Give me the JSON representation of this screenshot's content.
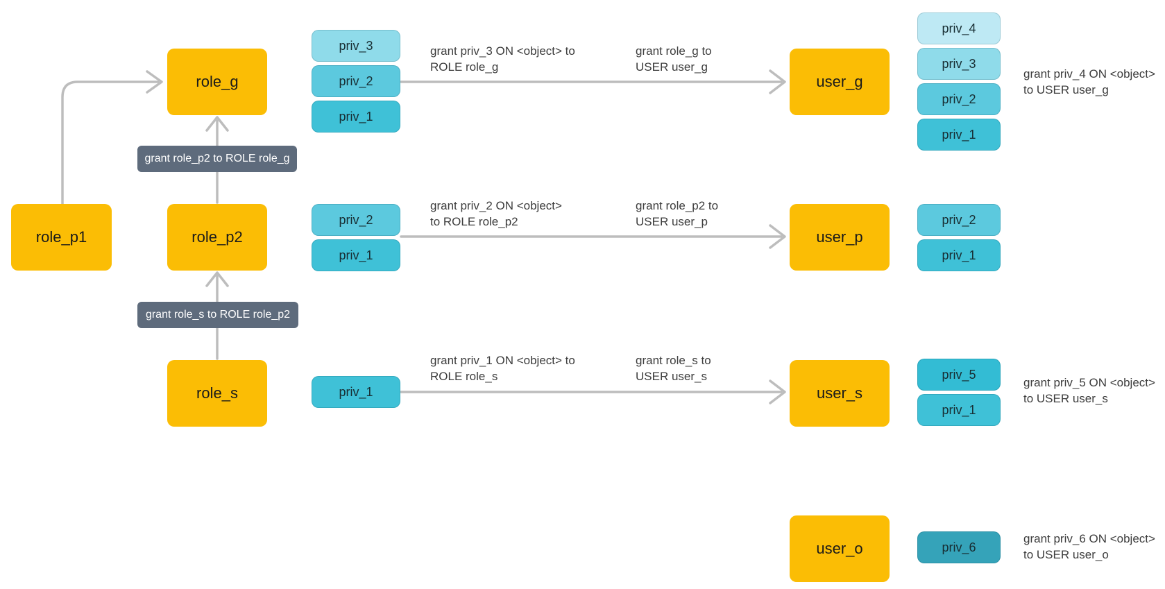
{
  "colors": {
    "node_fill": "#FBBD05",
    "priv_1": "#3FC1D7",
    "priv_2": "#5CC9DE",
    "priv_3": "#8FDBEA",
    "priv_4": "#BEE9F4",
    "priv_5": "#33BCD4",
    "priv_6": "#35A3B9",
    "arrow": "#BDBDBD",
    "grant_pill_bg": "#5E6B7C",
    "grant_pill_text": "#FFFFFF",
    "annotation_text": "#3C3C3C"
  },
  "roles": {
    "role_p1": "role_p1",
    "role_g": "role_g",
    "role_p2": "role_p2",
    "role_s": "role_s"
  },
  "users": {
    "user_g": "user_g",
    "user_p": "user_p",
    "user_s": "user_s",
    "user_o": "user_o"
  },
  "role_priv_stacks": {
    "role_g": [
      "priv_3",
      "priv_2",
      "priv_1"
    ],
    "role_p2": [
      "priv_2",
      "priv_1"
    ],
    "role_s": [
      "priv_1"
    ]
  },
  "user_priv_stacks": {
    "user_g": [
      "priv_4",
      "priv_3",
      "priv_2",
      "priv_1"
    ],
    "user_p": [
      "priv_2",
      "priv_1"
    ],
    "user_s": [
      "priv_5",
      "priv_1"
    ],
    "user_o": [
      "priv_6"
    ]
  },
  "grant_pills": {
    "role_p2_to_role_g": "grant role_p2 to ROLE role_g",
    "role_s_to_role_p2": "grant role_s to ROLE role_p2"
  },
  "annotations": {
    "priv3_to_role_g": {
      "line1": "grant priv_3 ON <object> to",
      "line2": "ROLE role_g"
    },
    "role_g_to_user_g": {
      "line1": "grant role_g to",
      "line2": "USER user_g"
    },
    "priv2_to_role_p2": {
      "line1": "grant priv_2 ON <object>",
      "line2": "to ROLE role_p2"
    },
    "role_p2_to_user_p": {
      "line1": "grant role_p2 to",
      "line2": "USER user_p"
    },
    "priv1_to_role_s": {
      "line1": "grant priv_1 ON <object> to",
      "line2": "ROLE role_s"
    },
    "role_s_to_user_s": {
      "line1": "grant role_s to",
      "line2": "USER user_s"
    },
    "priv4_to_user_g": {
      "line1": "grant priv_4 ON <object>",
      "line2": "to USER user_g"
    },
    "priv5_to_user_s": {
      "line1": "grant priv_5 ON <object>",
      "line2": "to USER user_s"
    },
    "priv6_to_user_o": {
      "line1": "grant priv_6 ON <object>",
      "line2": "to USER user_o"
    }
  }
}
